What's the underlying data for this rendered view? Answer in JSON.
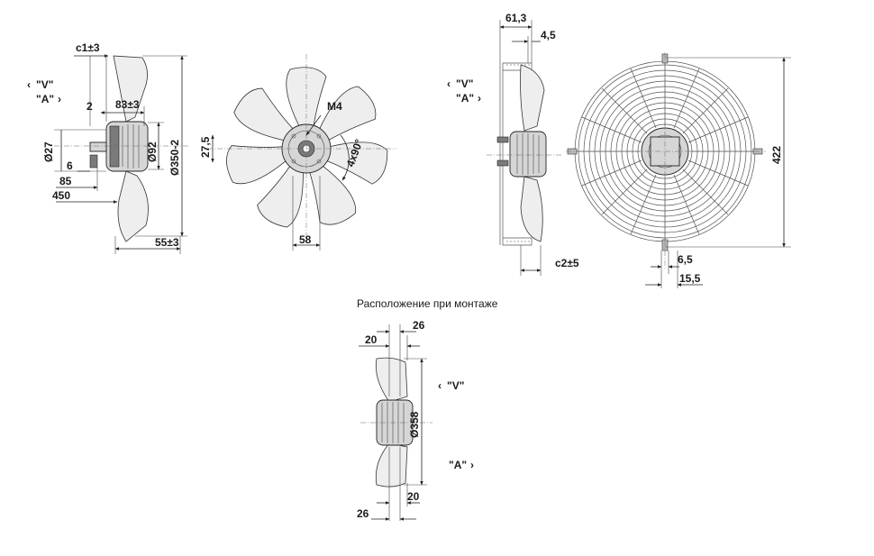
{
  "caption": "Расположение при монтаже",
  "view1": {
    "c1": "c1±3",
    "flow_v": "\"V\"",
    "flow_a": "\"A\"",
    "arrow_left": "‹",
    "arrow_right": "›",
    "d2": "2",
    "d83": "83±3",
    "d27": "Ø27",
    "d92": "Ø92",
    "d350": "Ø350-2",
    "d6": "6",
    "d85": "85",
    "d450": "450",
    "d55": "55±3"
  },
  "view2": {
    "m4": "M4",
    "d27_5": "27,5",
    "angle": "4x90°",
    "d58": "58"
  },
  "view3": {
    "d61_3": "61,3",
    "d4_5": "4,5",
    "flow_v": "\"V\"",
    "flow_a": "\"A\"",
    "c2": "c2±5"
  },
  "view4": {
    "d422": "422",
    "d6_5": "6,5",
    "d15_5": "15,5"
  },
  "view5": {
    "top26": "26",
    "top20": "20",
    "d358": "Ø358",
    "flow_v": "\"V\"",
    "flow_a": "\"A\"",
    "bot20": "20",
    "bot26": "26"
  }
}
